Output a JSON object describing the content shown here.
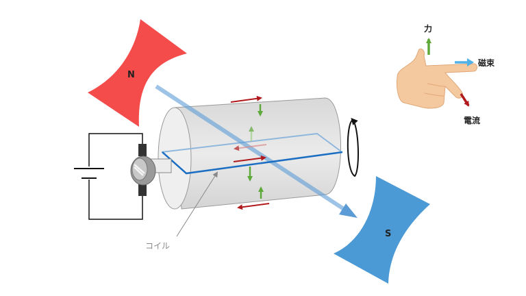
{
  "labels": {
    "north_pole": "N",
    "south_pole": "S",
    "coil": "コイル",
    "force": "力",
    "magnetic_flux": "磁束",
    "current": "電流"
  },
  "colors": {
    "north": "#f44b4b",
    "south": "#4b9ad6",
    "flux_arrow": "#5c9cd6",
    "coil_wire": "#1b6ec2",
    "force_arrow": "#5fa83a",
    "current_arrow": "#b0181b",
    "skin": "#f5c9a0",
    "cylinder": "#e3e3e3"
  },
  "icons": [
    "left-hand-rule-icon",
    "battery-icon",
    "commutator-icon",
    "rotation-arrow-icon"
  ]
}
